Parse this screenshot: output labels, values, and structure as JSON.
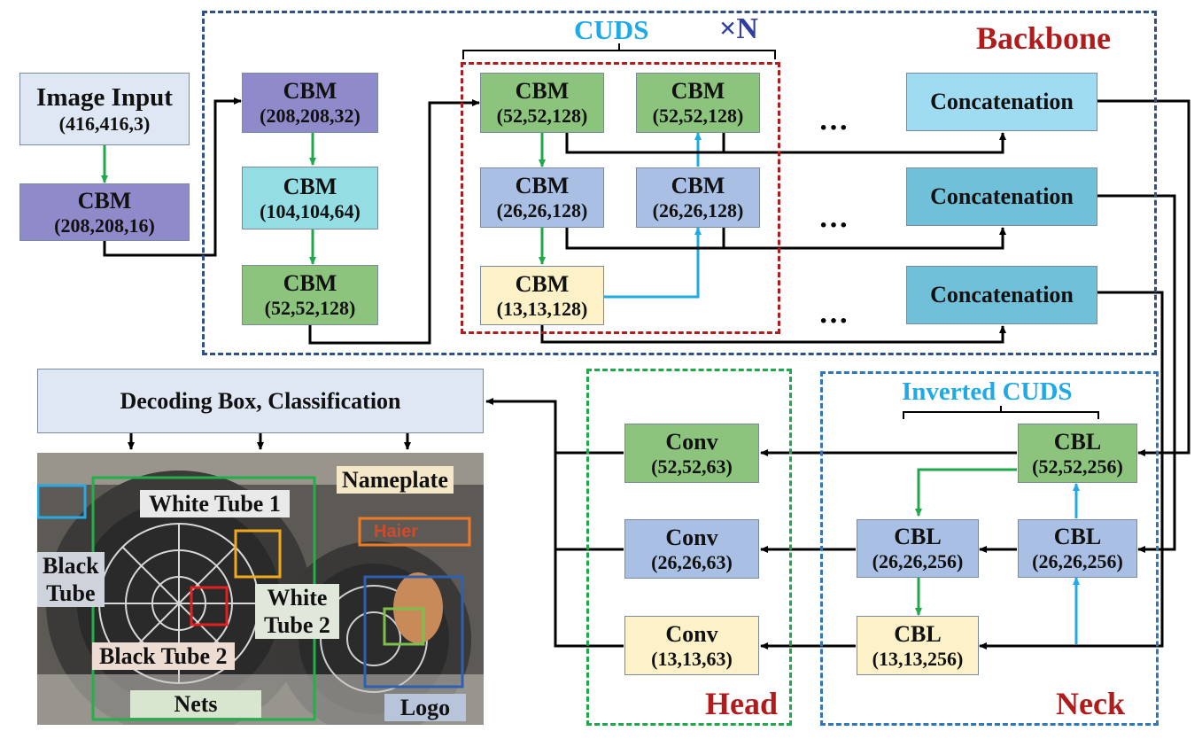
{
  "sections": {
    "backbone": "Backbone",
    "head": "Head",
    "neck": "Neck",
    "cuds": "CUDS",
    "times_n": "×N",
    "inverted_cuds": "Inverted CUDS"
  },
  "nodes": {
    "input": {
      "title": "Image Input",
      "shape": "(416,416,3)"
    },
    "cbm0": {
      "title": "CBM",
      "shape": "(208,208,16)"
    },
    "cbm1": {
      "title": "CBM",
      "shape": "(208,208,32)"
    },
    "cbm2": {
      "title": "CBM",
      "shape": "(104,104,64)"
    },
    "cbm3": {
      "title": "CBM",
      "shape": "(52,52,128)"
    },
    "c52a": {
      "title": "CBM",
      "shape": "(52,52,128)"
    },
    "c52b": {
      "title": "CBM",
      "shape": "(52,52,128)"
    },
    "c26a": {
      "title": "CBM",
      "shape": "(26,26,128)"
    },
    "c26b": {
      "title": "CBM",
      "shape": "(26,26,128)"
    },
    "c13": {
      "title": "CBM",
      "shape": "(13,13,128)"
    },
    "concat1": "Concatenation",
    "concat2": "Concatenation",
    "concat3": "Concatenation",
    "ellipsis": "···",
    "decode": "Decoding Box, Classification",
    "conv52": {
      "title": "Conv",
      "shape": "(52,52,63)"
    },
    "conv26": {
      "title": "Conv",
      "shape": "(26,26,63)"
    },
    "conv13": {
      "title": "Conv",
      "shape": "(13,13,63)"
    },
    "cbl52": {
      "title": "CBL",
      "shape": "(52,52,256)"
    },
    "cbl26a": {
      "title": "CBL",
      "shape": "(26,26,256)"
    },
    "cbl26b": {
      "title": "CBL",
      "shape": "(26,26,256)"
    },
    "cbl13": {
      "title": "CBL",
      "shape": "(13,13,256)"
    }
  },
  "photo_labels": {
    "nameplate": "Nameplate",
    "white_tube_1": "White Tube 1",
    "black_tube": [
      "Black",
      "Tube"
    ],
    "white_tube_2": [
      "White",
      "Tube 2"
    ],
    "black_tube_2": "Black Tube 2",
    "nets": "Nets",
    "logo": "Logo",
    "brand": "Haier"
  },
  "colors": {
    "backbone_border": "#2e5288",
    "cuds_border": "#b01c1c",
    "head_border": "#1fa84a",
    "neck_border": "#2f77b8",
    "section_title": "#b01c1c",
    "cuds_title": "#1fa9e6",
    "times_n": "#2f3ea0",
    "green_arrow": "#1fa84a",
    "blue_arrow": "#1fa9e6"
  }
}
